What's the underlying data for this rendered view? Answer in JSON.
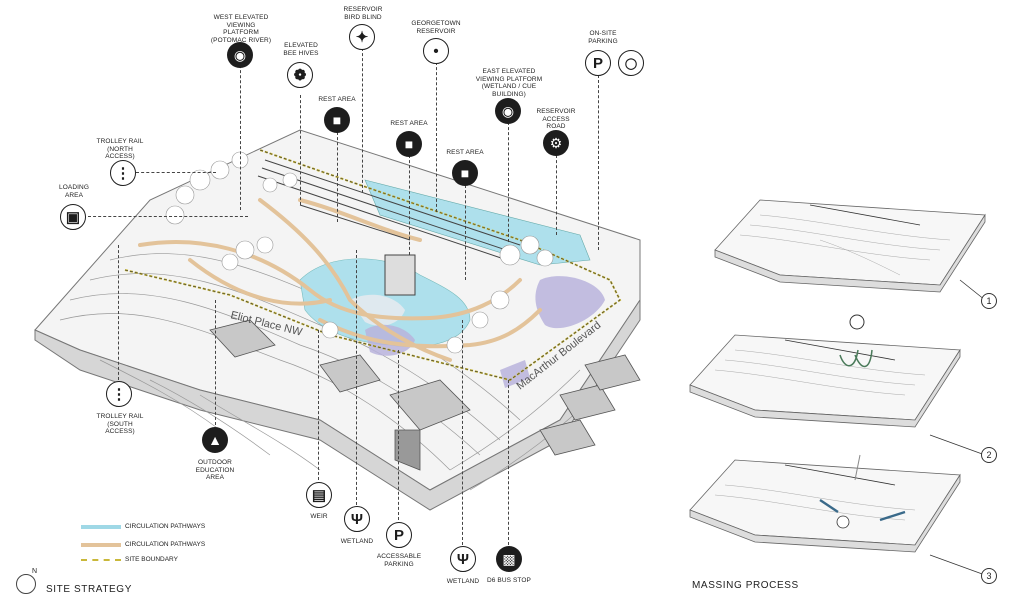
{
  "labels": {
    "west_platform": "WEST ELEVATED VIEWING PLATFORM (POTOMAC RIVER)",
    "bird_blind": "RESERVOIR BIRD BLIND",
    "georgetown_reservoir": "GEORGETOWN RESERVOIR",
    "bee_hives": "ELEVATED BEE HIVES",
    "on_site_parking": "ON-SITE PARKING",
    "rest_area_1": "REST AREA",
    "rest_area_2": "REST AREA",
    "rest_area_3": "REST AREA",
    "east_platform": "EAST ELEVATED VIEWING PLATFORM (WETLAND / CUE BUILDING)",
    "access_road": "RESERVOIR ACCESS ROAD",
    "trolley_north": "TROLLEY RAIL (NORTH ACCESS)",
    "loading_area": "LOADING AREA",
    "trolley_south": "TROLLEY RAIL (SOUTH ACCESS)",
    "outdoor_education": "OUTDOOR EDUCATION AREA",
    "weir": "WEIR",
    "wetland_1": "WETLAND",
    "accessible_parking": "ACCESSABLE PARKING",
    "wetland_2": "WETLAND",
    "bus_stop": "D6 BUS STOP"
  },
  "streets": {
    "eliot": "Eliot Place NW",
    "macarthur": "MacArthur Boulevard"
  },
  "legend": {
    "items": [
      {
        "label": "CIRCULATION PATHWAYS",
        "color": "#9fd8e6"
      },
      {
        "label": "CIRCULATION PATHWAYS",
        "color": "#e3c39a"
      },
      {
        "label": "SITE BOUNDARY",
        "color": "#c9b83a"
      }
    ]
  },
  "north_label": "N",
  "site_strategy_title": "SITE STRATEGY",
  "massing_title": "MASSING PROCESS",
  "massing_steps": [
    "1",
    "2",
    "3"
  ],
  "icons": {
    "parking_letter": "P"
  }
}
